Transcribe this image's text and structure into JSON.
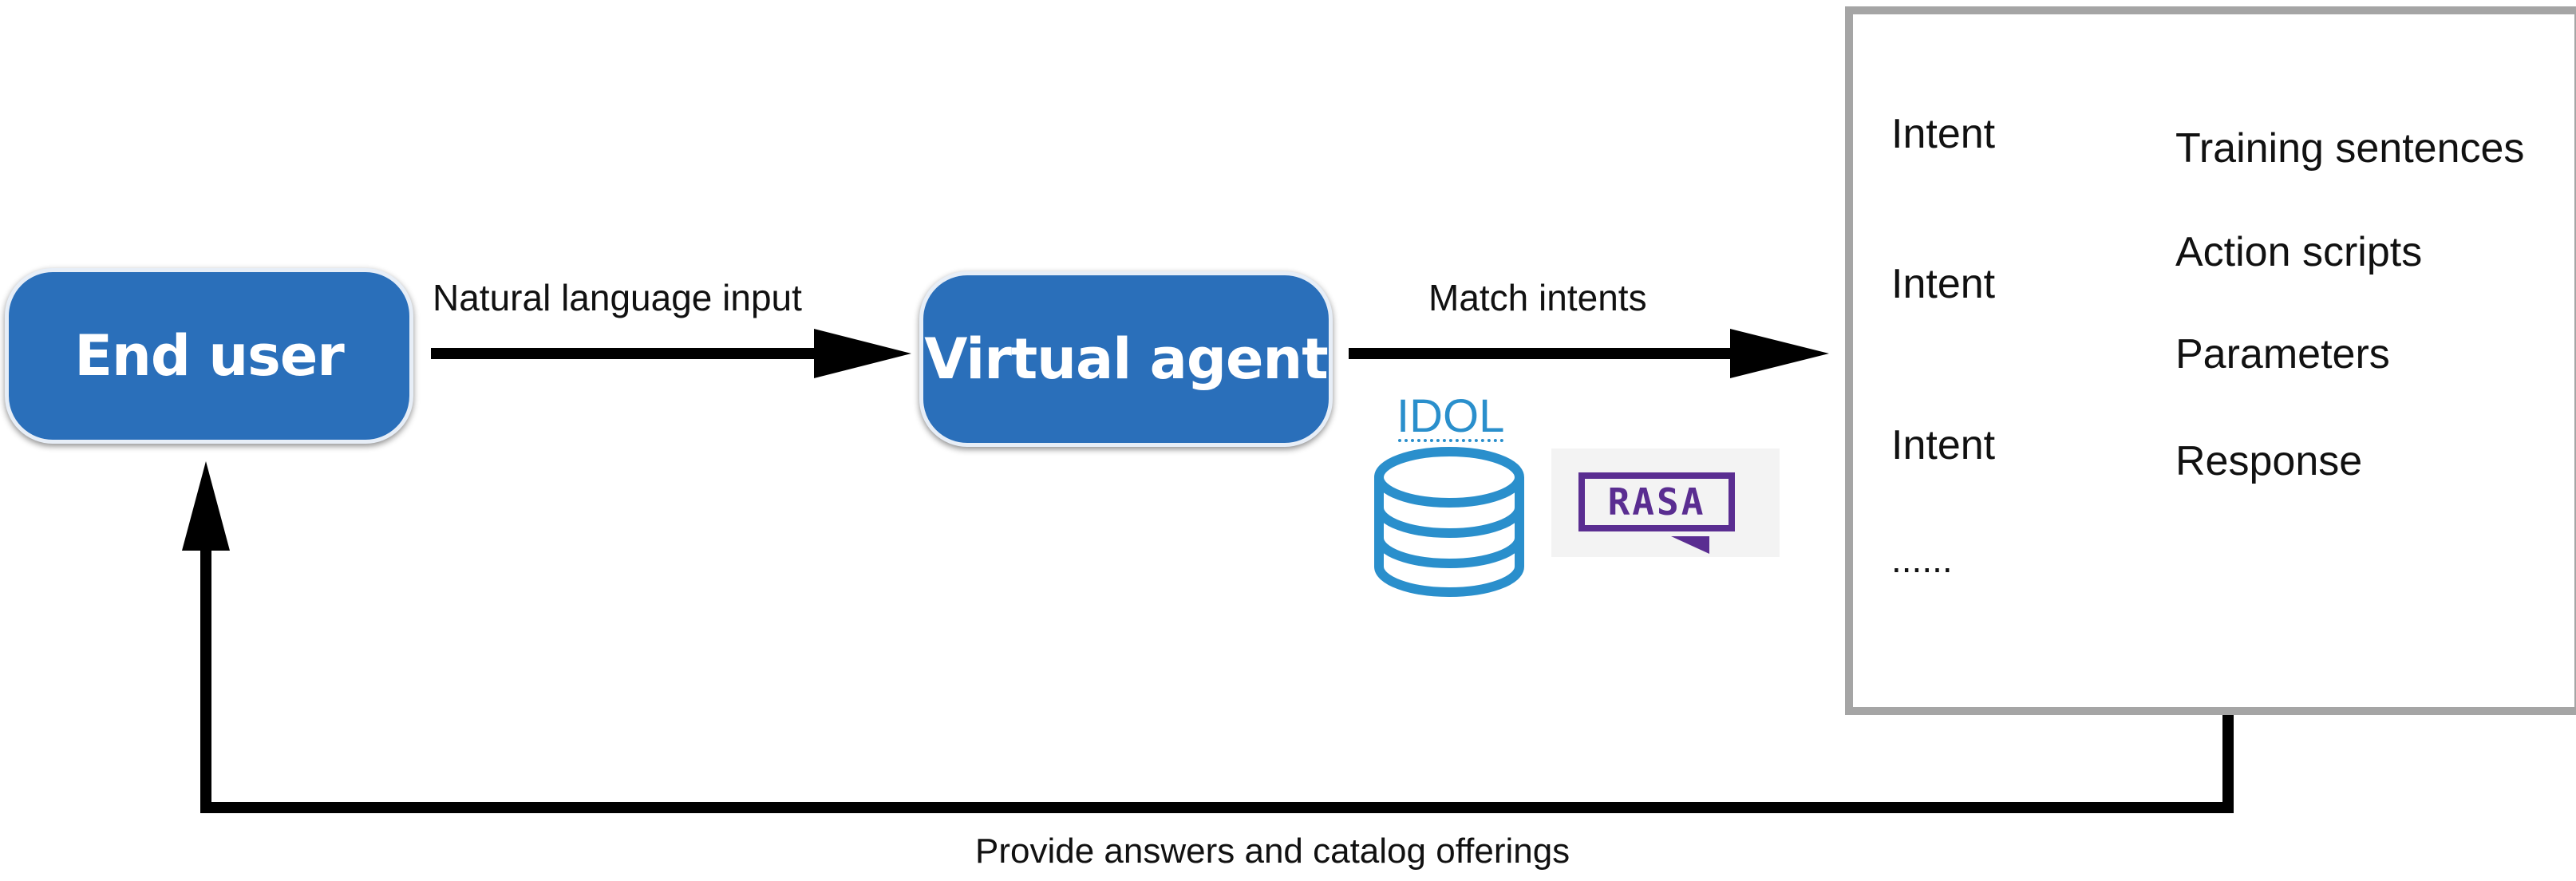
{
  "nodes": {
    "end_user": "End user",
    "virtual_agent": "Virtual agent"
  },
  "edges": {
    "natural_language_input": "Natural language input",
    "match_intents": "Match intents",
    "provide_answers": "Provide answers and catalog offerings"
  },
  "logos": {
    "idol": "IDOL",
    "rasa": "RASA"
  },
  "intent_panel": {
    "intents": [
      "Intent",
      "Intent",
      "Intent",
      "......"
    ],
    "attributes": [
      "Training sentences",
      "Action scripts",
      "Parameters",
      "Response"
    ]
  },
  "colors": {
    "pill_blue": "#2a6fba",
    "idol_blue": "#2a8fcc",
    "rasa_purple": "#5a2d91",
    "panel_border": "#a5a5a5"
  }
}
